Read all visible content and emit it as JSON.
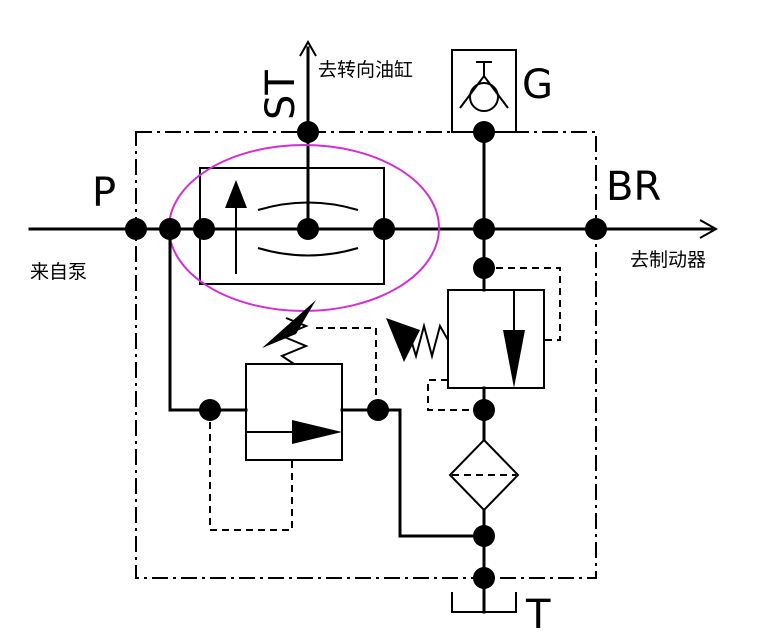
{
  "ports": {
    "p": "P",
    "st": "ST",
    "g": "G",
    "br": "BR",
    "t": "T"
  },
  "annotations": {
    "from_pump": "来自泵",
    "to_steering_cylinder": "去转向油缸",
    "to_brake": "去制动器"
  },
  "colors": {
    "line": "#000000",
    "highlight": "#d12fd4"
  }
}
